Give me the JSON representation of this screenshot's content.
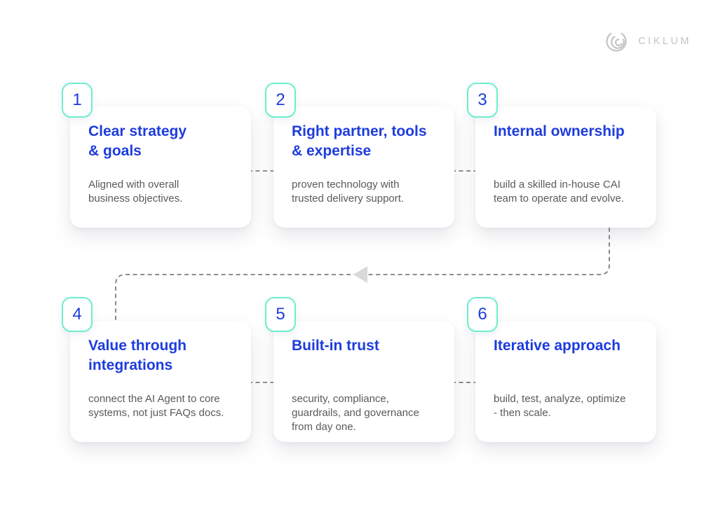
{
  "logo": {
    "text": "CIKLUM",
    "mark_icon": "ciklum-arcs-logo",
    "color": "#c3c4c6"
  },
  "colors": {
    "heading_blue": "#1d3cdd",
    "badge_border_mint": "#6ceecd",
    "body_gray": "#595a5e",
    "connector_dash_gray": "#7d7d7d",
    "arrow_light_gray": "#d9d9d9",
    "card_background": "#ffffff",
    "page_background": "#ffffff"
  },
  "flow": {
    "arrow_direction": "left",
    "connector_style": "dashed"
  },
  "cards": [
    {
      "number": "1",
      "title": "Clear strategy\n& goals",
      "description": "Aligned with overall\nbusiness objectives."
    },
    {
      "number": "2",
      "title": "Right partner, tools\n& expertise",
      "description": "proven technology with\ntrusted delivery support."
    },
    {
      "number": "3",
      "title": "Internal ownership",
      "description": "build a skilled in-house CAI\nteam to operate and evolve."
    },
    {
      "number": "4",
      "title": "Value through\nintegrations",
      "description": "connect the AI Agent to core\nsystems, not just FAQs docs."
    },
    {
      "number": "5",
      "title": "Built-in trust",
      "description": "security, compliance,\nguardrails, and governance\nfrom day one."
    },
    {
      "number": "6",
      "title": "Iterative approach",
      "description": "build, test, analyze, optimize\n- then scale."
    }
  ]
}
